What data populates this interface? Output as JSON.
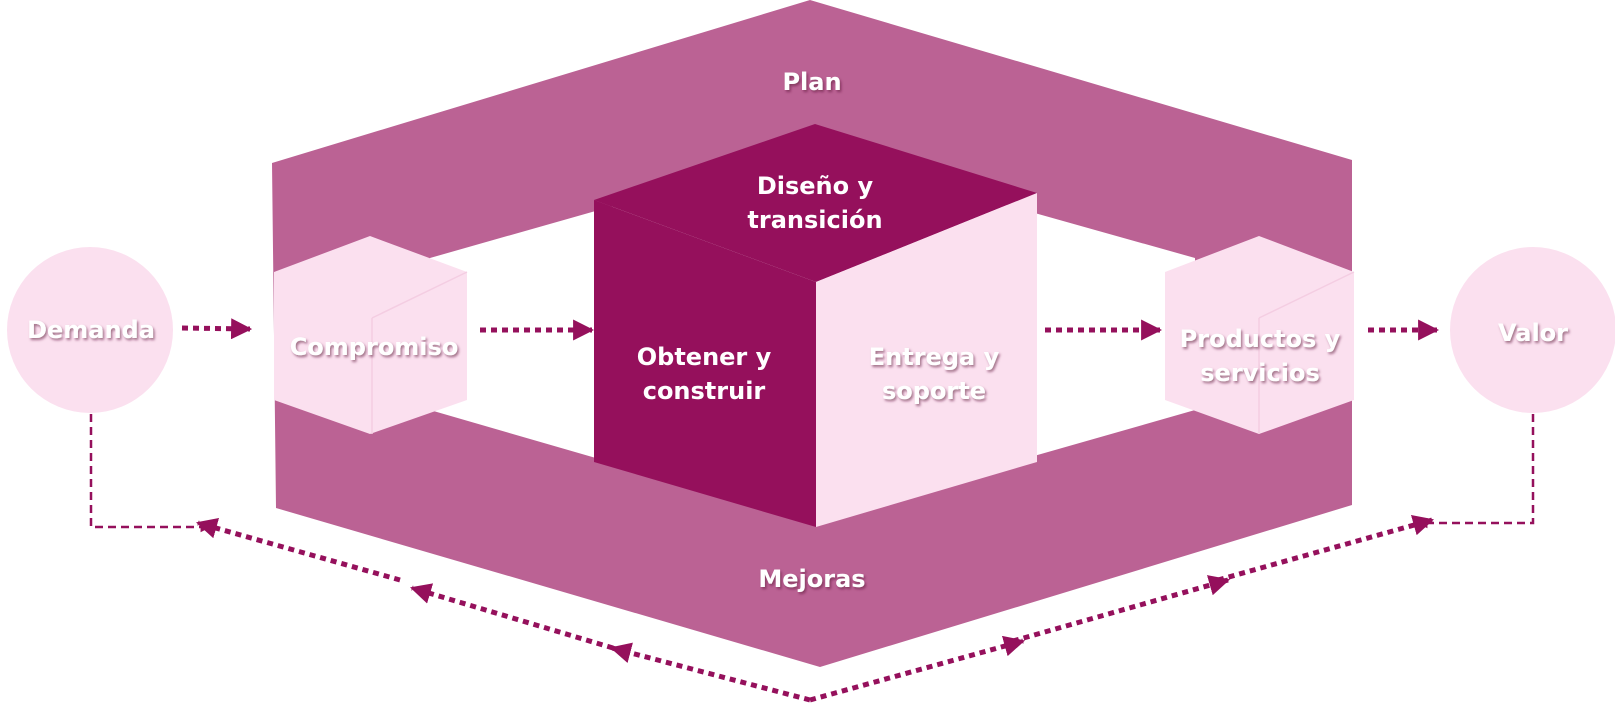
{
  "nodes": {
    "demanda": "Demanda",
    "valor": "Valor",
    "plan": "Plan",
    "mejoras": "Mejoras",
    "compromiso": "Compromiso",
    "diseno": [
      "Diseño y",
      "transición"
    ],
    "obtener": [
      "Obtener y",
      "construir"
    ],
    "entrega": [
      "Entrega y",
      "soporte"
    ],
    "productos": [
      "Productos y",
      "servicios"
    ]
  },
  "colors": {
    "frame": "#bb6294",
    "dark": "#95105c",
    "light": "#fbe0ef",
    "arrow": "#95105c",
    "text": "#ffffff"
  }
}
